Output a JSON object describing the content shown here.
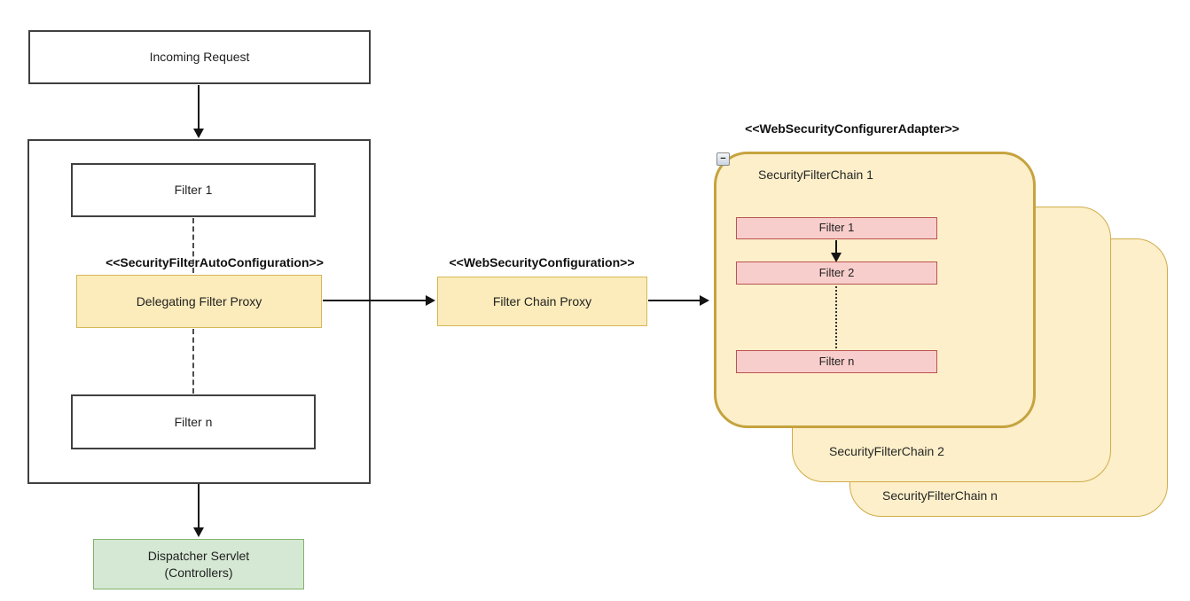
{
  "diagram": {
    "left_flow": {
      "incoming_request_label": "Incoming Request",
      "filter_1_label": "Filter 1",
      "auto_configuration_stereotype": "<<SecurityFilterAutoConfiguration>>",
      "delegating_filter_proxy_label": "Delegating Filter Proxy",
      "filter_n_label": "Filter n",
      "dispatcher_servlet_line_1": "Dispatcher Servlet",
      "dispatcher_servlet_line_2": "(Controllers)"
    },
    "middle_flow": {
      "web_security_configuration_stereotype": "<<WebSecurityConfiguration>>",
      "filter_chain_proxy_label": "Filter Chain Proxy"
    },
    "right_flow": {
      "configurer_adapter_stereotype": "<<WebSecurityConfigurerAdapter>>",
      "security_filter_chain_1_label": "SecurityFilterChain 1",
      "security_filter_chain_2_label": "SecurityFilterChain 2",
      "security_filter_chain_n_label": "SecurityFilterChain n",
      "chain_filter_1_label": "Filter 1",
      "chain_filter_2_label": "Filter 2",
      "chain_filter_n_label": "Filter n",
      "collapse_icon_glyph": "−"
    },
    "colors": {
      "yellow_fill": "#fcecbb",
      "yellow_border": "#d6b656",
      "chain_fill": "#fcefc9",
      "chain_border": "#d0ab4a",
      "chain_front_border": "#c5a33e",
      "pink_fill": "#f8cecc",
      "pink_border": "#b85450",
      "green_fill": "#d5e8d4",
      "green_border": "#82b366",
      "plain_border": "#404040",
      "connector_line": "#141414"
    }
  }
}
